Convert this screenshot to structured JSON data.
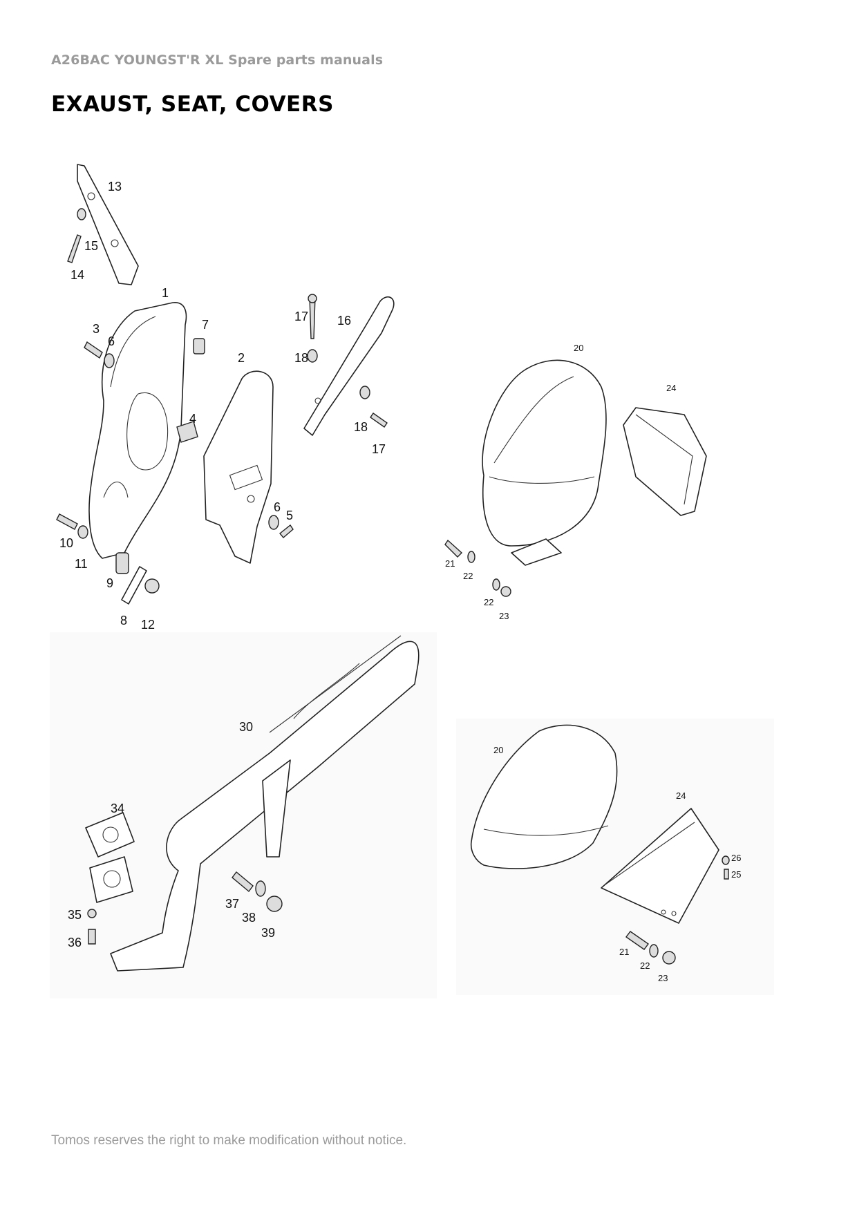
{
  "header": {
    "text": "A26BAC YOUNGST'R XL  Spare parts manuals"
  },
  "title": {
    "text": "EXAUST, SEAT, COVERS"
  },
  "footer": {
    "text": "Tomos reserves the right to make modification without notice."
  },
  "callouts": {
    "c1": "1",
    "c2": "2",
    "c3": "3",
    "c4": "4",
    "c5": "5",
    "c6a": "6",
    "c6b": "6",
    "c7": "7",
    "c8": "8",
    "c9": "9",
    "c10": "10",
    "c11": "11",
    "c12": "12",
    "c13": "13",
    "c14": "14",
    "c15": "15",
    "c16": "16",
    "c17a": "17",
    "c17b": "17",
    "c18a": "18",
    "c18b": "18",
    "c20a": "20",
    "c24a": "24",
    "c21a": "21",
    "c22a": "22",
    "c22b": "22",
    "c23a": "23",
    "c30": "30",
    "c34": "34",
    "c35": "35",
    "c36": "36",
    "c37": "37",
    "c38": "38",
    "c39": "39",
    "c20b": "20",
    "c24b": "24",
    "c26": "26",
    "c25": "25",
    "c21b": "21",
    "c22c": "22",
    "c23b": "23"
  }
}
